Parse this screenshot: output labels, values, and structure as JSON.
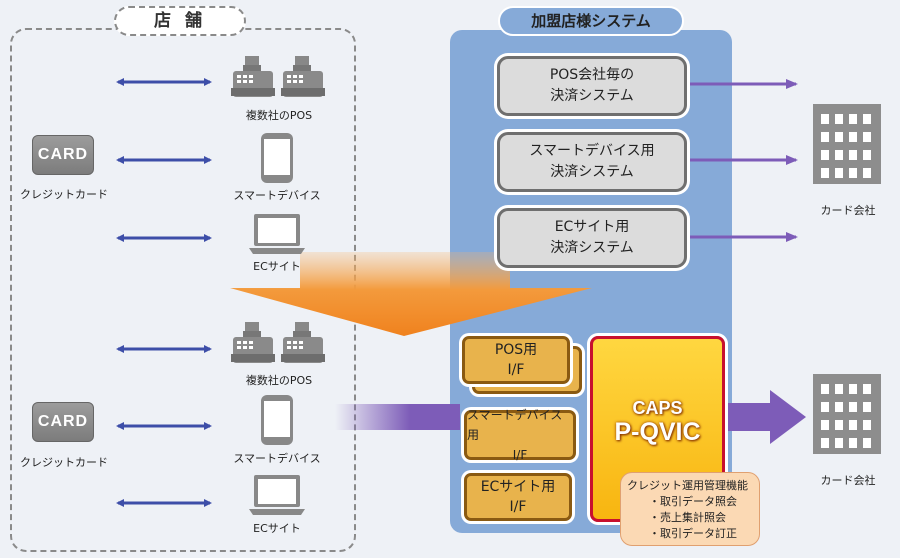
{
  "store": {
    "title": "店 舗"
  },
  "merchant_system": {
    "title": "加盟店様システム"
  },
  "before": {
    "credit_card": {
      "card_text": "CARD",
      "label": "クレジットカード"
    },
    "devices": [
      {
        "label": "複数社のPOS",
        "icon": "cash-register-icon"
      },
      {
        "label": "スマートデバイス",
        "icon": "smartphone-icon"
      },
      {
        "label": "ECサイト",
        "icon": "laptop-icon"
      }
    ],
    "systems": [
      {
        "line1": "POS会社毎の",
        "line2": "決済システム"
      },
      {
        "line1": "スマートデバイス用",
        "line2": "決済システム"
      },
      {
        "line1": "ECサイト用",
        "line2": "決済システム"
      }
    ],
    "card_company": {
      "label": "カード会社",
      "icon": "building-icon"
    }
  },
  "after": {
    "credit_card": {
      "card_text": "CARD",
      "label": "クレジットカード"
    },
    "devices": [
      {
        "label": "複数社のPOS",
        "icon": "cash-register-icon"
      },
      {
        "label": "スマートデバイス",
        "icon": "smartphone-icon"
      },
      {
        "label": "ECサイト",
        "icon": "laptop-icon"
      }
    ],
    "interfaces": [
      {
        "line1": "POS用",
        "line2": "I/F"
      },
      {
        "line1": "スマートデバイス用",
        "line2": "I/F"
      },
      {
        "line1": "ECサイト用",
        "line2": "I/F"
      }
    ],
    "caps": {
      "line1": "CAPS",
      "line2": "P-QVIC"
    },
    "management": {
      "title": "クレジット運用管理機能",
      "items": [
        "・取引データ照会",
        "・売上集計照会",
        "・取引データ訂正"
      ]
    },
    "card_company": {
      "label": "カード会社",
      "icon": "building-icon"
    }
  },
  "colors": {
    "bidirectional_arrow": "#3d4ea8",
    "flow_arrow": "#7d5cb8",
    "transition_arrow": "#f0821e",
    "merchant_panel": "#86aad8",
    "caps_fill": "#ffc828",
    "caps_border": "#c8102e"
  }
}
